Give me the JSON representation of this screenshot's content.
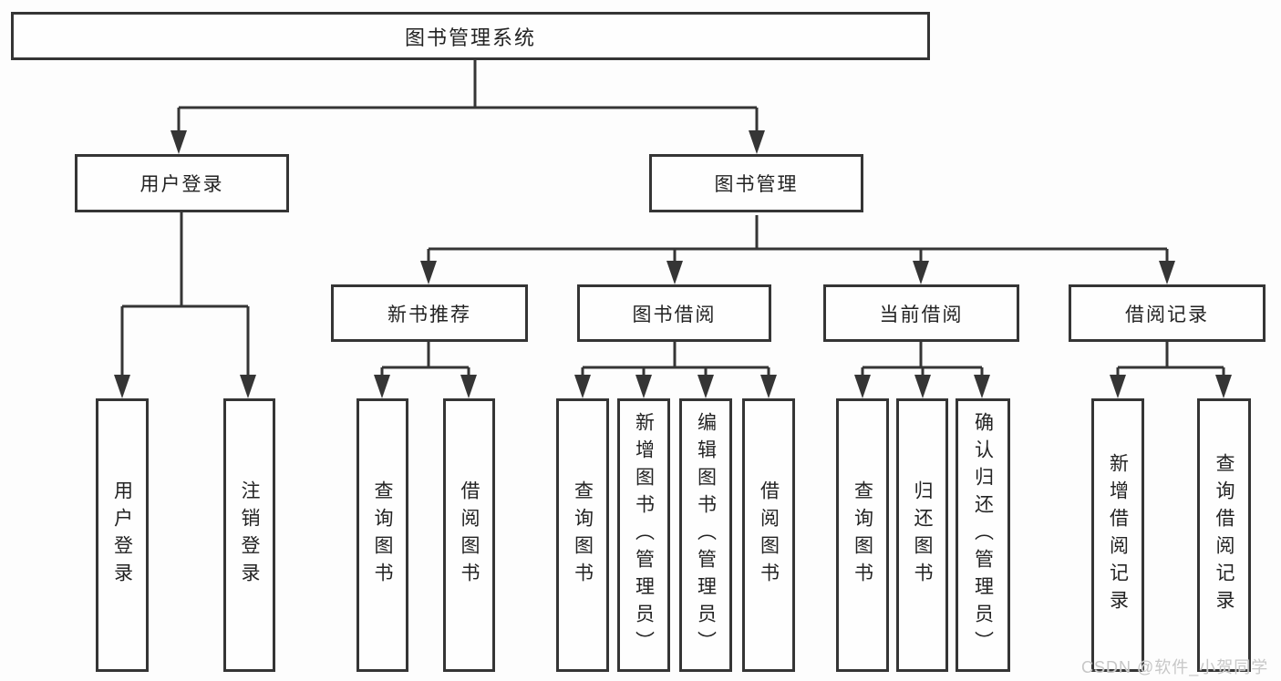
{
  "colors": {
    "line": "#353535",
    "box_border": "#353535",
    "box_fill": "#fefefe",
    "text": "#232323",
    "background": "#fdfdfd",
    "watermark": "#c7c7c7"
  },
  "watermark": {
    "text": "CSDN @软件_小贺同学"
  },
  "tree": {
    "root": {
      "label": "图书管理系统"
    },
    "branches": [
      {
        "label": "用户登录",
        "children": [
          {
            "label": "用户登录"
          },
          {
            "label": "注销登录"
          }
        ]
      },
      {
        "label": "图书管理",
        "children": [
          {
            "label": "新书推荐",
            "children": [
              {
                "label": "查询图书"
              },
              {
                "label": "借阅图书"
              }
            ]
          },
          {
            "label": "图书借阅",
            "children": [
              {
                "label": "查询图书"
              },
              {
                "label": "新增图书（管理员）"
              },
              {
                "label": "编辑图书（管理员）"
              },
              {
                "label": "借阅图书"
              }
            ]
          },
          {
            "label": "当前借阅",
            "children": [
              {
                "label": "查询图书"
              },
              {
                "label": "归还图书"
              },
              {
                "label": "确认归还（管理员）"
              }
            ]
          },
          {
            "label": "借阅记录",
            "children": [
              {
                "label": "新增借阅记录"
              },
              {
                "label": "查询借阅记录"
              }
            ]
          }
        ]
      }
    ]
  }
}
